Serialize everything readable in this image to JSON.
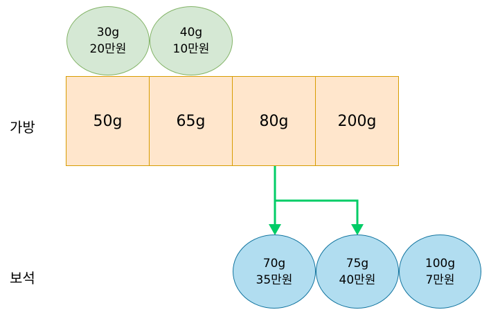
{
  "labels": {
    "bag": "가방",
    "gem": "보석"
  },
  "top_items": [
    {
      "weight": "30g",
      "price": "20만원"
    },
    {
      "weight": "40g",
      "price": "10만원"
    }
  ],
  "bags": [
    "50g",
    "65g",
    "80g",
    "200g"
  ],
  "gems": [
    {
      "weight": "70g",
      "price": "35만원"
    },
    {
      "weight": "75g",
      "price": "40만원"
    },
    {
      "weight": "100g",
      "price": "7만원"
    }
  ],
  "colors": {
    "green_fill": "#d5e8d4",
    "green_stroke": "#82b366",
    "orange_fill": "#ffe6cc",
    "orange_stroke": "#d79b00",
    "blue_fill": "#b1ddf0",
    "blue_stroke": "#10739e",
    "arrow": "#00cc66"
  }
}
